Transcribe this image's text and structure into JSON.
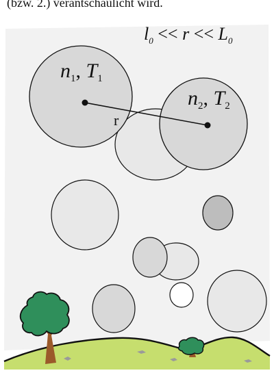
{
  "caption": "(bzw. 2.) verantschaulicht wird.",
  "scale_relation": {
    "l": "l",
    "l_sub": "0",
    "op1": " << ",
    "r": "r",
    "op2": " << ",
    "L": "L",
    "L_sub": "0"
  },
  "cell1_label": {
    "n": "n",
    "n_sub": "1",
    "sep": ", ",
    "t": "T",
    "t_sub": "1"
  },
  "cell2_label": {
    "n": "n",
    "n_sub": "2",
    "sep": ", ",
    "t": "T",
    "t_sub": "2"
  },
  "distance_label": "r",
  "colors": {
    "sky": "#f2f2f2",
    "cell_light": "#e8e8e8",
    "cell_mid": "#d8d8d8",
    "cell_dark": "#bdbdbd",
    "cell_white": "#ffffff",
    "ground": "#c6de6e",
    "tree_foliage": "#2f8f5b",
    "tree_trunk": "#9b5a2a",
    "stone": "#9a9a9a",
    "outline": "#111111"
  },
  "icons": [
    "tree-icon",
    "bush-icon",
    "stone-icon"
  ]
}
